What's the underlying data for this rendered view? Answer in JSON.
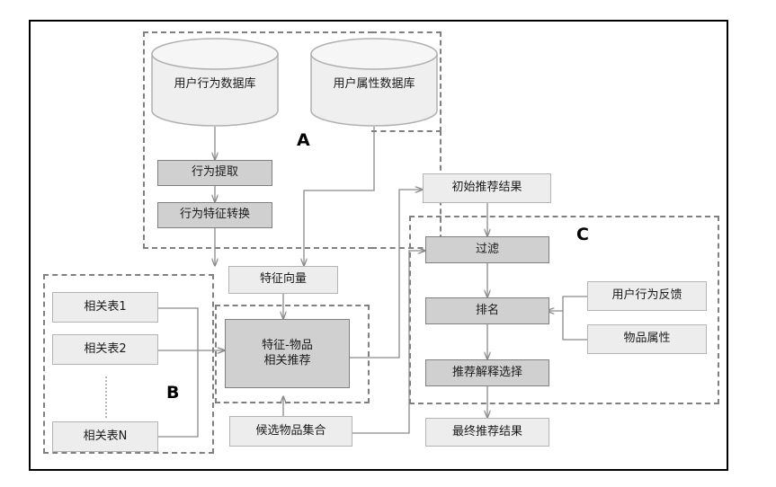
{
  "diagram": {
    "title_present": false,
    "groups": [
      {
        "id": "A",
        "label": "A"
      },
      {
        "id": "B",
        "label": "B"
      },
      {
        "id": "C",
        "label": "C"
      }
    ],
    "databases": [
      {
        "id": "user-behavior-db",
        "label": "用户行为数据库"
      },
      {
        "id": "user-attribute-db",
        "label": "用户属性数据库"
      }
    ],
    "nodes": {
      "behavior_extraction": "行为提取",
      "behavior_feature_transform": "行为特征转换",
      "feature_vector": "特征向量",
      "relation_table_1": "相关表1",
      "relation_table_2": "相关表2",
      "relation_table_n": "相关表N",
      "feature_item_recommend": "特征-物品\n相关推荐",
      "candidate_item_set": "候选物品集合",
      "initial_recommend_result": "初始推荐结果",
      "filter": "过滤",
      "ranking": "排名",
      "recommend_explanation_select": "推荐解释选择",
      "final_recommend_result": "最终推荐结果",
      "user_behavior_feedback": "用户行为反馈",
      "item_attribute": "物品属性"
    },
    "colors": {
      "frame": "#000000",
      "group_dash": "#808080",
      "node_dark_fill": "#d0d0d0",
      "node_dark_border": "#7f7f7f",
      "node_light_fill": "#ededed",
      "node_light_border": "#b4b4b4",
      "connector": "#8a8a8a",
      "text": "#1a1a1a",
      "background": "#ffffff"
    }
  }
}
